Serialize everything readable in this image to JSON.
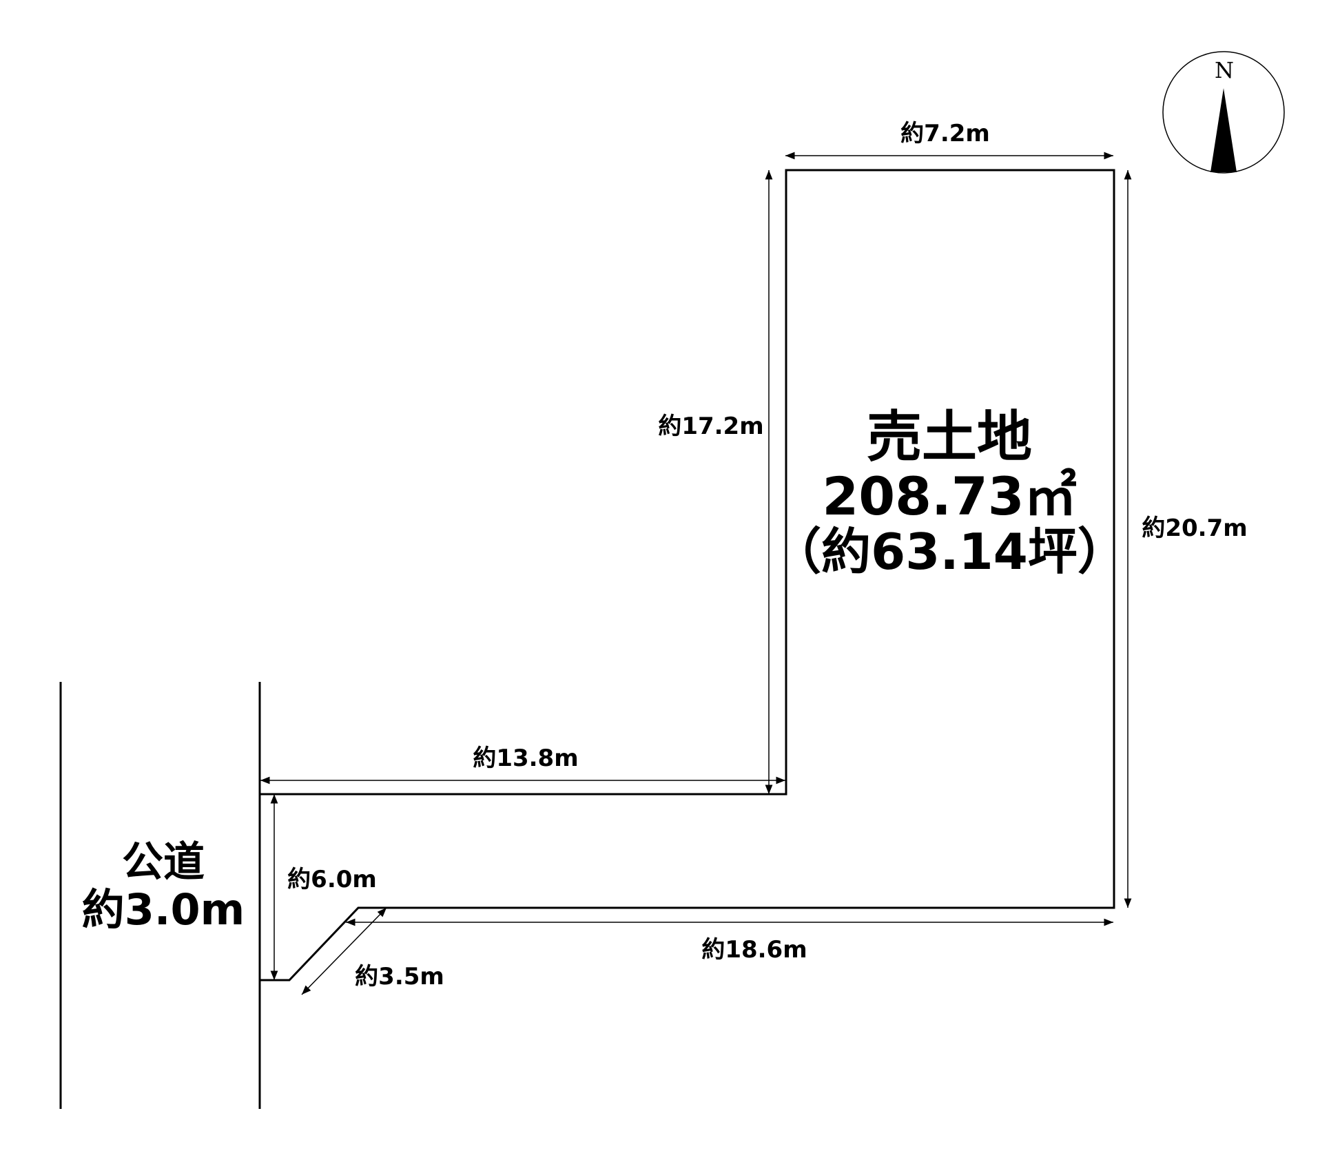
{
  "title": {
    "line1": "売土地",
    "line2": "208.73㎡",
    "line3": "（約63.14坪）"
  },
  "road": {
    "line1": "公道",
    "line2": "約3.0m"
  },
  "compass": {
    "label": "N"
  },
  "dimensions": {
    "top": "約7.2m",
    "left_upper": "約17.2m",
    "right": "約20.7m",
    "middle": "約13.8m",
    "left_lower": "約6.0m",
    "bottom": "約18.6m",
    "chamfer": "約3.5m"
  },
  "colors": {
    "line": "#000000",
    "background": "#ffffff"
  }
}
